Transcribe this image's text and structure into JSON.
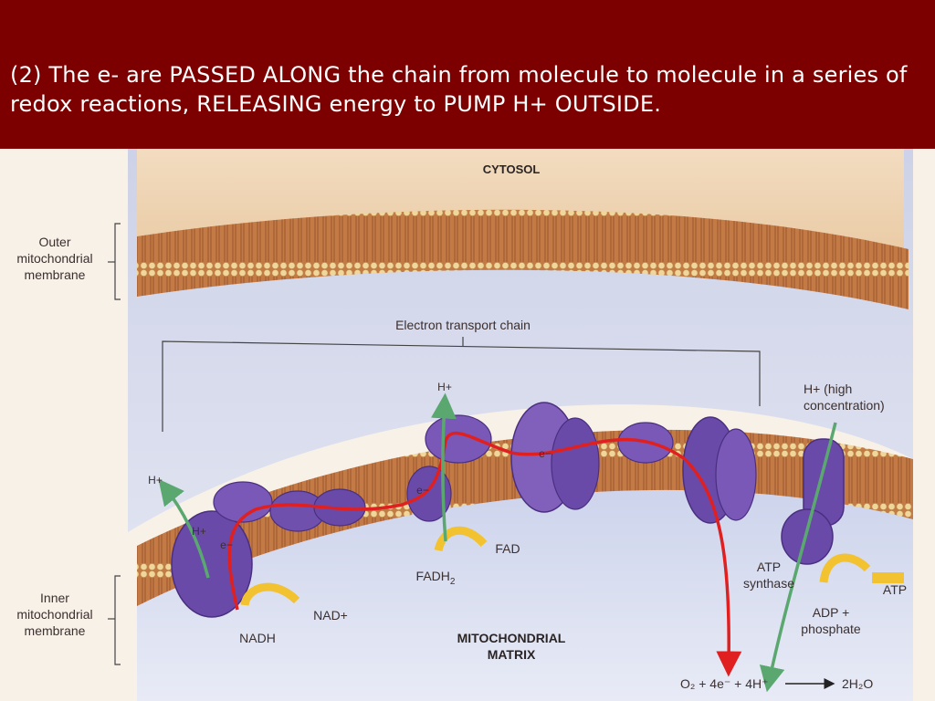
{
  "slide": {
    "heading": "(2) The e- are PASSED ALONG the chain from molecule to molecule in a series of redox reactions, RELEASING energy to PUMP H+ OUTSIDE."
  },
  "diagram": {
    "cytosol": "CYTOSOL",
    "outer_membrane": [
      "Outer",
      "mitochondrial",
      "membrane"
    ],
    "inner_membrane": [
      "Inner",
      "mitochondrial",
      "membrane"
    ],
    "etc": "Electron transport chain",
    "matrix": [
      "MITOCHONDRIAL",
      "MATRIX"
    ],
    "h_plus": "H+",
    "h_high": [
      "H+ (high",
      "concentration)"
    ],
    "e_minus": "e−",
    "nadh": "NADH",
    "nad_plus": "NAD+",
    "fad": "FAD",
    "fadh2": "FADH",
    "fadh2_sub": "2",
    "atp_synthase": [
      "ATP",
      "synthase"
    ],
    "adp": [
      "ADP +",
      "phosphate"
    ],
    "atp": "ATP",
    "eq_left": "O₂ + 4e⁻ + 4H⁺",
    "eq_right": "2H₂O"
  },
  "colors": {
    "header_bg": "#7d0000",
    "membrane": "#c8824a",
    "protein": "#6a4aa8",
    "electron_path": "#e02020",
    "proton_path": "#5aa870",
    "nadh_arrow": "#f2c230"
  }
}
